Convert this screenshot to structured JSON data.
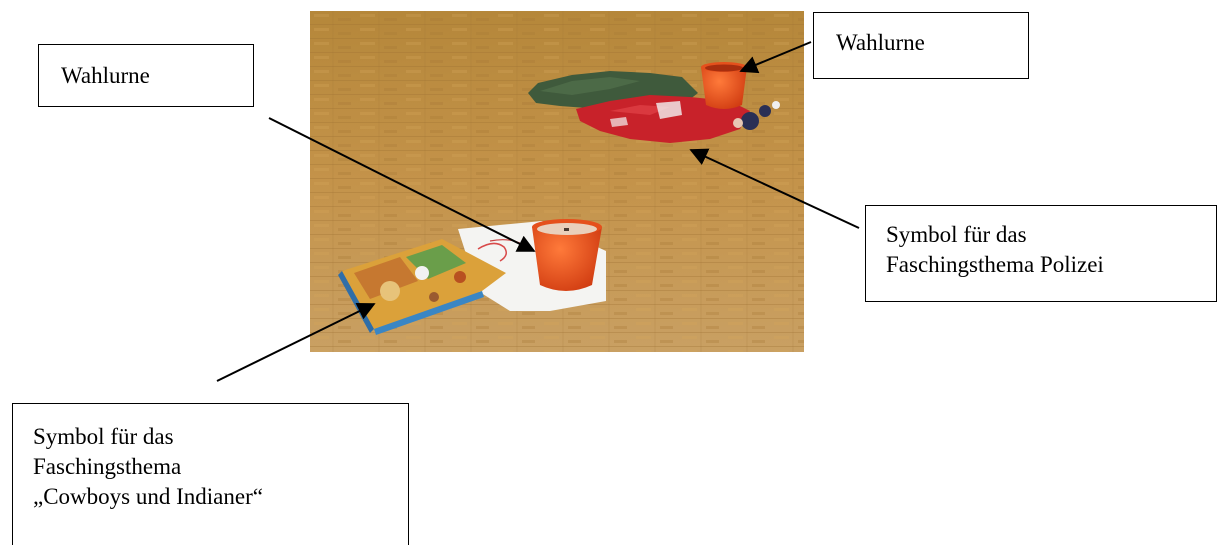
{
  "labels": {
    "wahlurne_left": "Wahlurne",
    "wahlurne_right": "Wahlurne",
    "polizei": {
      "line1": "Symbol für das",
      "line2": "Faschingsthema Polizei"
    },
    "cowboys": {
      "line1": "Symbol für das",
      "line2": "Faschingsthema",
      "line3": "„Cowboys und Indianer“"
    }
  },
  "colors": {
    "floor": "#b98a3e",
    "urn": "#e0441a",
    "cloth_green": "#3f5a3c",
    "cloth_red": "#c8222a",
    "paper": "#f4f4f2",
    "arrow": "#000000"
  }
}
